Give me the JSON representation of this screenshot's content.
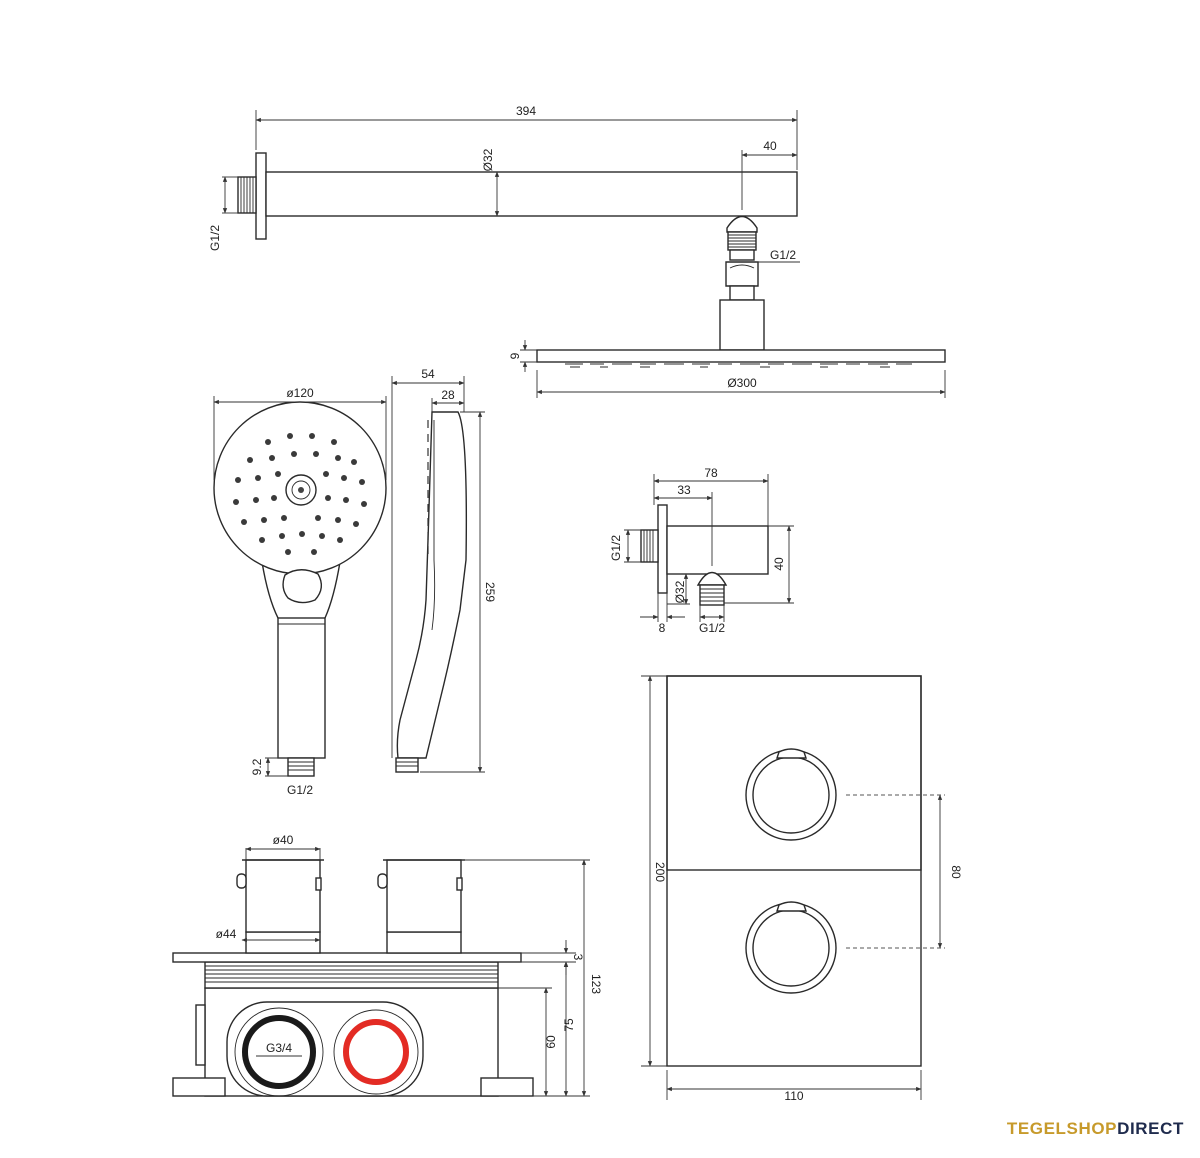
{
  "dimensions": {
    "arm_length": "394",
    "arm_diameter": "Ø32",
    "arm_end_offset": "40",
    "arm_wall_thread": "G1/2",
    "arm_head_thread": "G1/2",
    "head_thickness": "9",
    "head_diameter": "Ø300",
    "hand_diameter": "ø120",
    "hand_depth": "54",
    "hand_handle_depth": "28",
    "hand_length": "259",
    "hand_thread_length": "9.2",
    "hand_thread": "G1/2",
    "elbow_length": "78",
    "elbow_offset": "33",
    "elbow_wall_thread": "G1/2",
    "elbow_height": "40",
    "elbow_diameter": "Ø32",
    "elbow_flange": "8",
    "elbow_outlet_thread": "G1/2",
    "knob_diameter": "ø40",
    "knob_base_diameter": "ø44",
    "box_plate_thickness": "3",
    "box_total_height": "123",
    "box_height_75": "75",
    "box_height_60": "60",
    "box_inlet_thread": "G3/4",
    "plate_height": "200",
    "plate_width": "110",
    "knob_spacing": "80"
  },
  "colors": {
    "cold_inlet_ring": "#1a1a1a",
    "hot_inlet_ring": "#e32b24",
    "brand_primary": "#c79a2b",
    "brand_secondary": "#1f2b4d"
  },
  "brand": {
    "part1": "TEGELSHOP",
    "part2": "DIRECT"
  }
}
